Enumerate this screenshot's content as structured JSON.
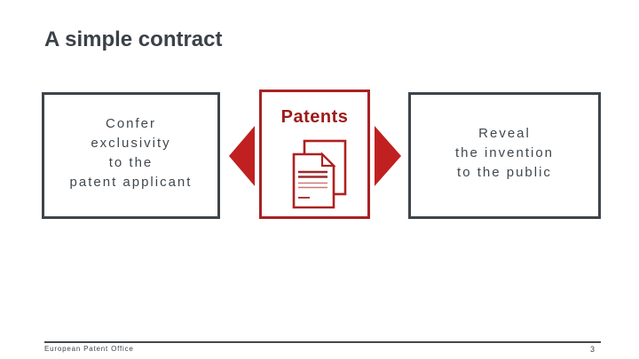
{
  "slide": {
    "title": "A simple contract",
    "diagram": {
      "left_box": {
        "lines": [
          "Confer",
          "exclusivity",
          "to the",
          "patent applicant"
        ]
      },
      "center_box": {
        "label": "Patents",
        "icon": "documents-icon"
      },
      "right_box": {
        "lines": [
          "Reveal",
          "the invention",
          "to the public"
        ]
      },
      "arrows": [
        "left",
        "right"
      ]
    },
    "footer": {
      "organization": "European Patent Office",
      "page_number": "3"
    },
    "colors": {
      "accent_red_border": "#a82123",
      "arrow_red": "#c0201f",
      "patents_label_red": "#9d1a1a",
      "box_border_dark": "#3d444b",
      "body_text": "#3f474e",
      "title_text": "#3a4147",
      "footer_text": "#3f4449"
    }
  }
}
